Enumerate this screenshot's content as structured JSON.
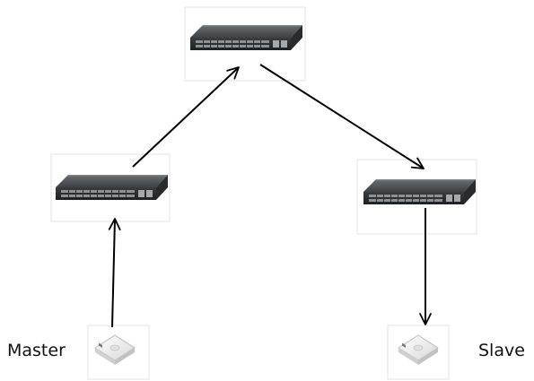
{
  "diagram": {
    "nodes": [
      {
        "id": "switch-core",
        "type": "network-switch"
      },
      {
        "id": "switch-left",
        "type": "network-switch"
      },
      {
        "id": "switch-right",
        "type": "network-switch"
      },
      {
        "id": "ap-master",
        "type": "access-point",
        "label": "Master"
      },
      {
        "id": "ap-slave",
        "type": "access-point",
        "label": "Slave"
      }
    ],
    "edges": [
      {
        "from": "ap-master",
        "to": "switch-left"
      },
      {
        "from": "switch-left",
        "to": "switch-core"
      },
      {
        "from": "switch-core",
        "to": "switch-right"
      },
      {
        "from": "switch-right",
        "to": "ap-slave"
      }
    ],
    "colors": {
      "arrow": "#000000",
      "switch_body": "#4a4d50",
      "switch_front": "#2c2e30",
      "device_frame": "#e3e3e3",
      "access_point": "#f2f2f2"
    },
    "icons": {
      "switch": "network-switch-icon",
      "access_point": "wireless-access-point-icon",
      "arrow": "arrow-icon"
    }
  }
}
